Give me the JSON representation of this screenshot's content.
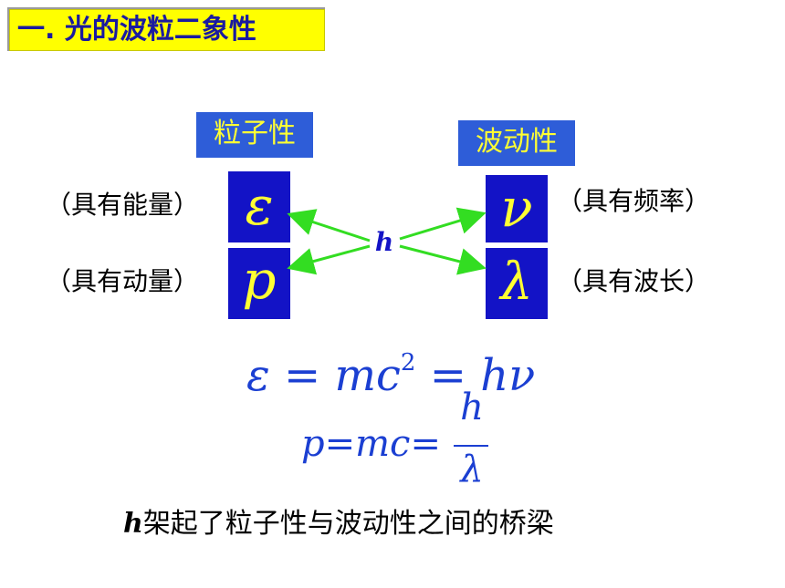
{
  "slide": {
    "title": "一. 光的波粒二象性",
    "particle_label": "粒子性",
    "wave_label": "波动性",
    "epsilon_symbol": "ε",
    "p_symbol": "p",
    "nu_symbol": "ν",
    "lambda_symbol": "λ",
    "energy_text": "（具有能量）",
    "momentum_text": "（具有动量）",
    "frequency_text": "（具有频率）",
    "wavelength_text": "（具有波长）",
    "h_label": "h",
    "eq1": {
      "eps": "ε",
      "eq_a": "=",
      "mc": "mc",
      "sup": "2",
      "eq_b": "=",
      "h": "h",
      "nu": "ν"
    },
    "eq2": {
      "lhs": "p",
      "eq_a": "=",
      "mc": "mc",
      "eq_b": "=",
      "num": "h",
      "den": "λ"
    },
    "bridge_h": "h",
    "bridge_text": "架起了粒子性与波动性之间的桥梁"
  },
  "colors": {
    "title_bg": "#ffff00",
    "title_text": "#1a1aa0",
    "label_bg": "#2e5dd8",
    "symbol_bg": "#1313c6",
    "symbol_text": "#ffff33",
    "arrow": "#33dd22",
    "formula": "#1b3fd2"
  }
}
